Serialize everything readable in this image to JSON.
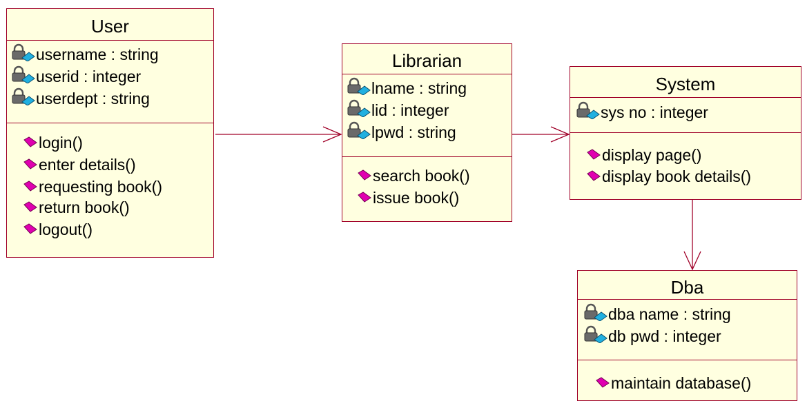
{
  "colors": {
    "box_fill": "#ffffe0",
    "box_border": "#a00028",
    "operation_icon": "#e000b0",
    "attribute_icon_lock": "#6a6a6a",
    "attribute_icon_key": "#20b0e0"
  },
  "classes": {
    "user": {
      "name": "User",
      "attributes": [
        "username : string",
        "userid : integer",
        "userdept : string"
      ],
      "operations": [
        "login()",
        "enter details()",
        "requesting book()",
        "return book()",
        "logout()"
      ]
    },
    "librarian": {
      "name": "Librarian",
      "attributes": [
        "lname : string",
        "lid : integer",
        "lpwd : string"
      ],
      "operations": [
        "search book()",
        "issue book()"
      ]
    },
    "system": {
      "name": "System",
      "attributes": [
        "sys no : integer"
      ],
      "operations": [
        "display page()",
        "display book details()"
      ]
    },
    "dba": {
      "name": "Dba",
      "attributes": [
        "dba name : string",
        "db pwd : integer"
      ],
      "operations": [
        "maintain database()"
      ]
    }
  },
  "associations": [
    {
      "from": "User",
      "to": "Librarian",
      "type": "directed"
    },
    {
      "from": "Librarian",
      "to": "System",
      "type": "directed"
    },
    {
      "from": "System",
      "to": "Dba",
      "type": "directed"
    }
  ],
  "icons": {
    "attribute": "padlock-attribute-icon",
    "operation": "diamond-operation-icon"
  }
}
